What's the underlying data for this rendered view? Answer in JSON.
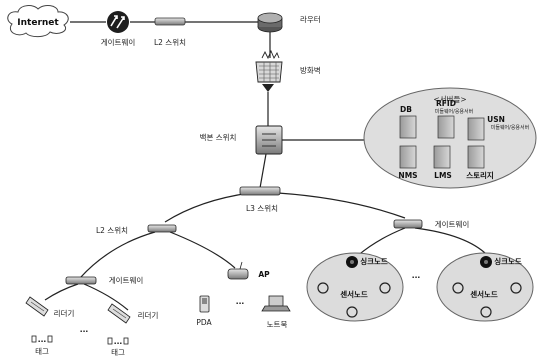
{
  "internet": "Internet",
  "gateway_top": "게이트웨이",
  "l2_switch_top": "L2 스위치",
  "router": "라우터",
  "firewall": "방화벽",
  "backbone_switch": "백본 스위치",
  "server_group": {
    "title": "<서버들>",
    "db": "DB",
    "rfid": "RFID",
    "rfid_sub": "미들웨어/응용서버",
    "usn": "USN",
    "usn_sub": "미들웨어/응용서버",
    "nms": "NMS",
    "lms": "LMS",
    "storage": "스토리지"
  },
  "l3_switch": "L3 스위치",
  "l2_switch": "L2 스위치",
  "gateway_right": "게이트웨이",
  "gateway_left": "게이트웨이",
  "ap": "AP",
  "pda": "PDA",
  "ellipsis": "...",
  "laptop": "노트북",
  "reader_1": "리더기",
  "reader_2": "리더기",
  "tag_1": "태그",
  "tag_2": "태그",
  "sensor_cluster_1": {
    "sink": "싱크노드",
    "sensor": "센서노드"
  },
  "sensor_cluster_2": {
    "sink": "싱크노드",
    "sensor": "센서노드"
  }
}
